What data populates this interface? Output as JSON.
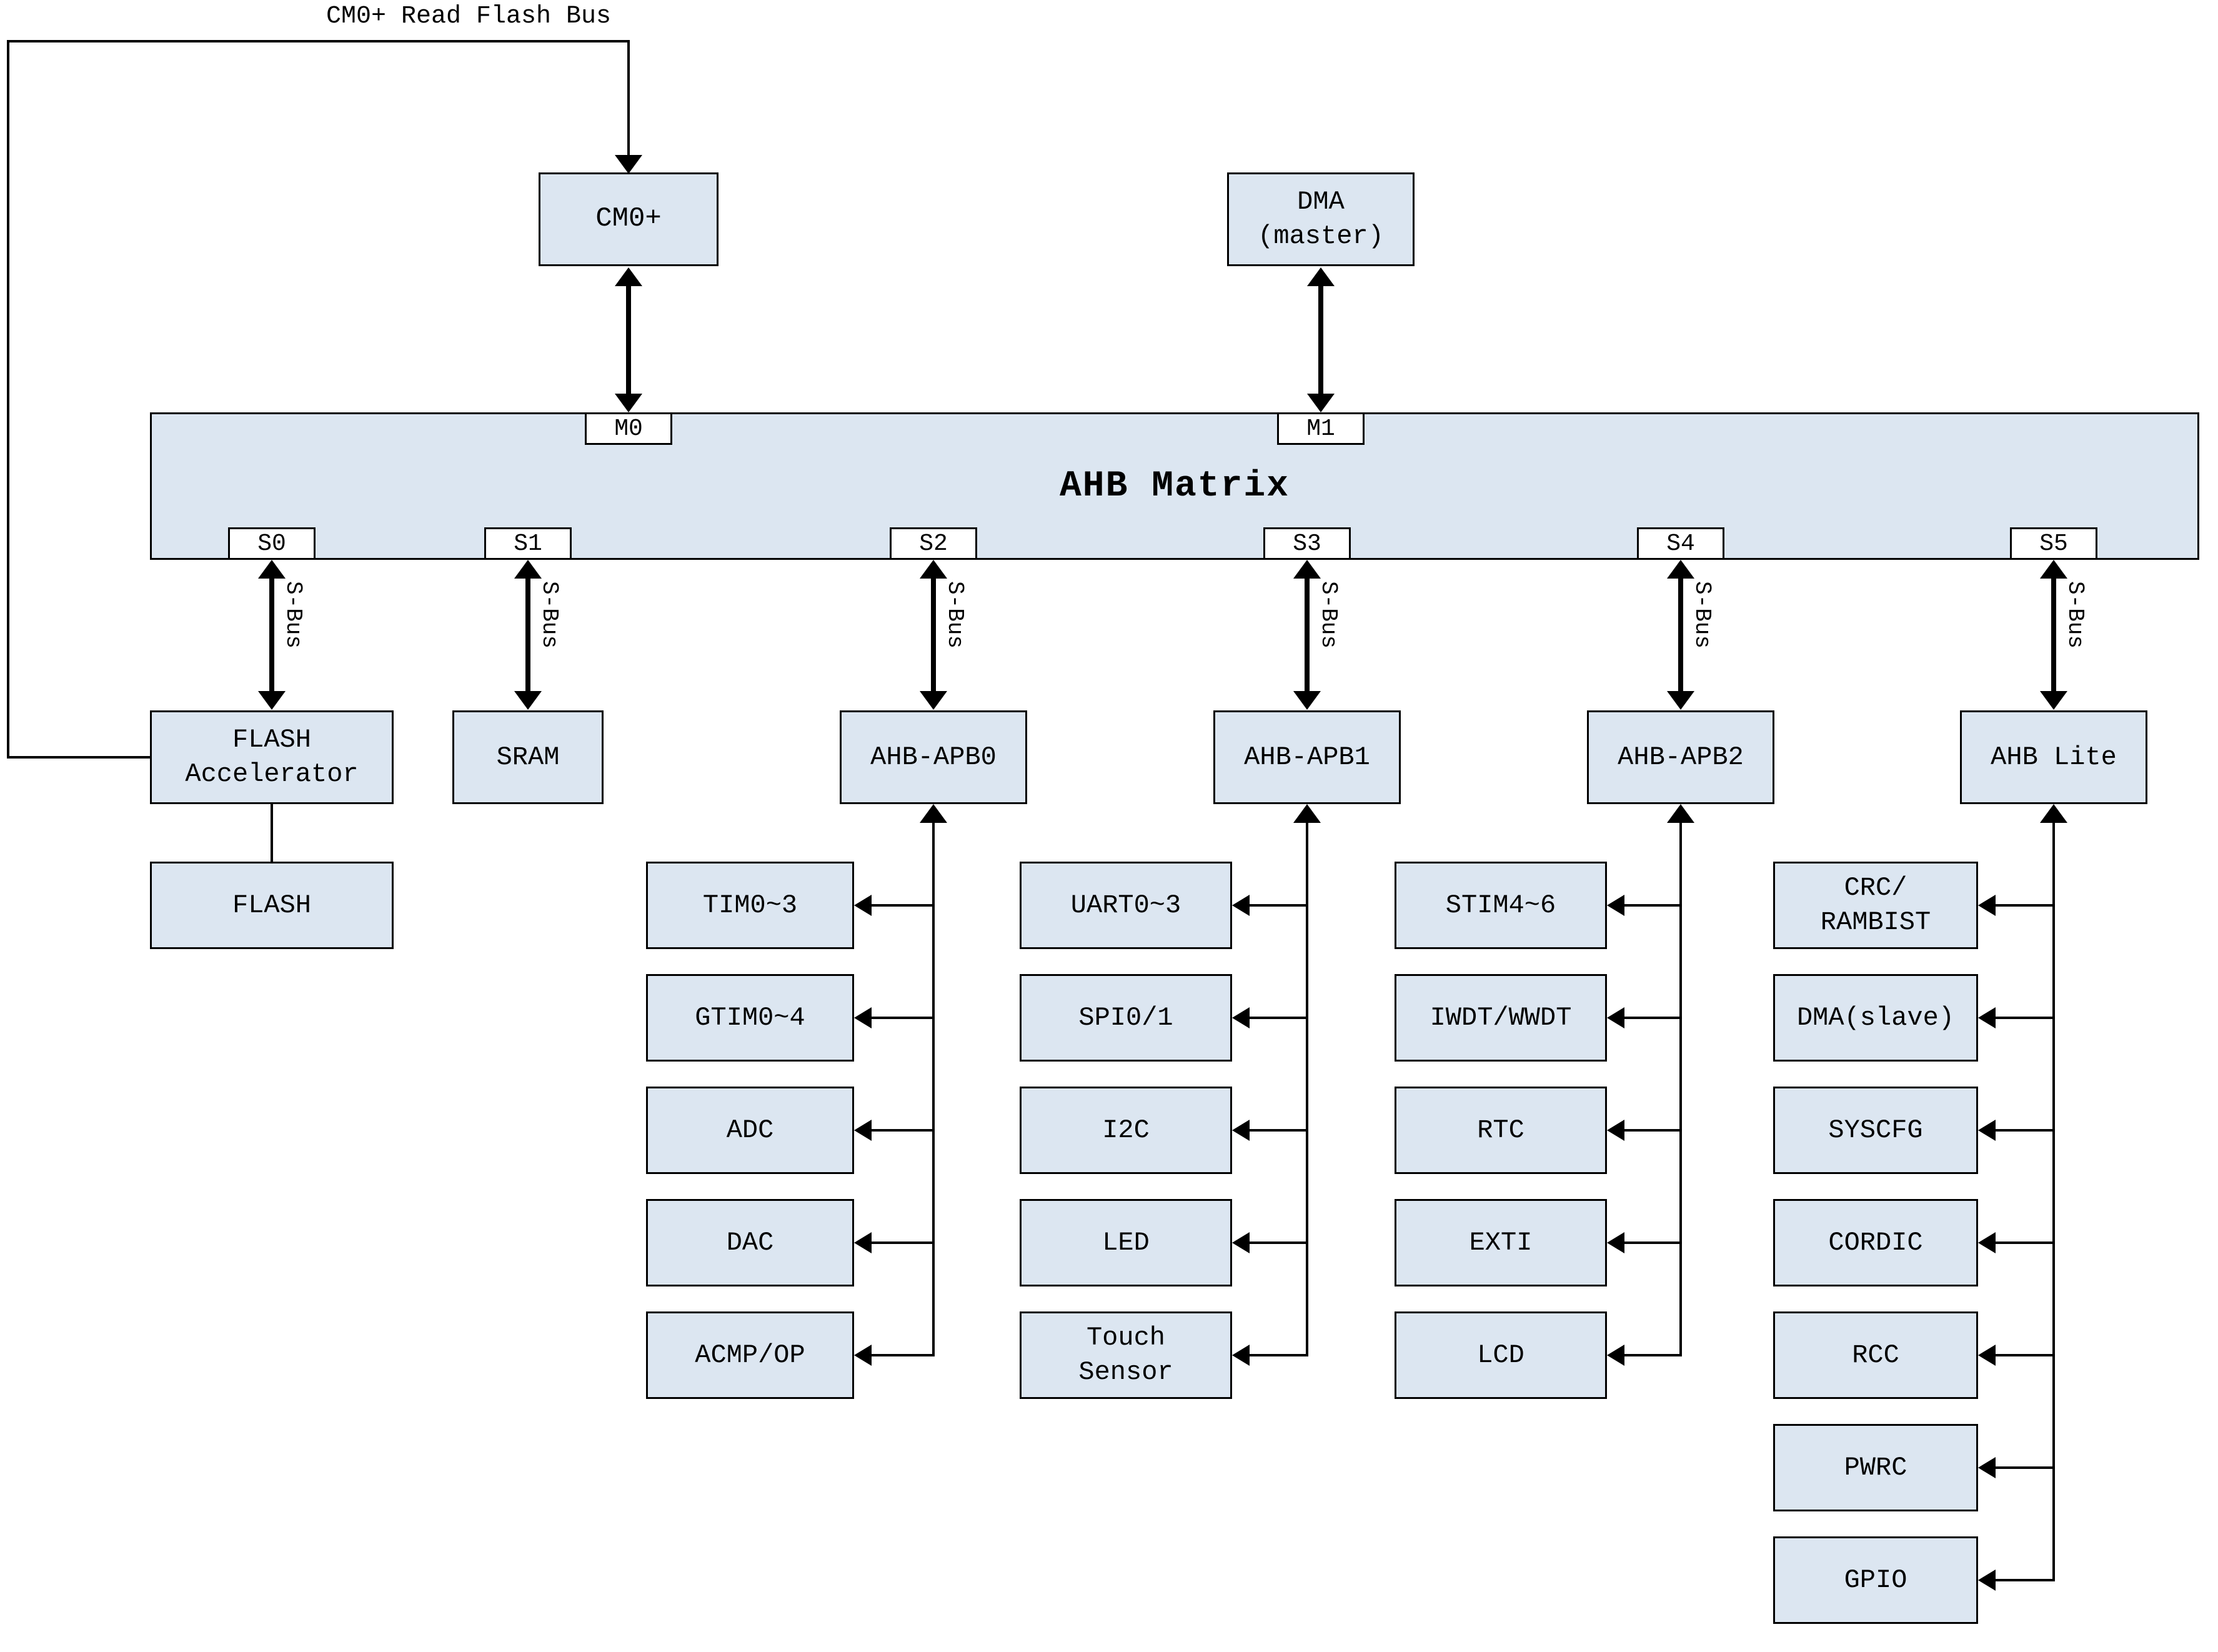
{
  "diagram": {
    "bus_label": "CM0+ Read Flash Bus",
    "s_bus_label": "S-Bus",
    "matrix_title": "AHB Matrix",
    "master_ports": [
      "M0",
      "M1"
    ],
    "slave_ports": [
      "S0",
      "S1",
      "S2",
      "S3",
      "S4",
      "S5"
    ],
    "masters": [
      "CM0+",
      "DMA\n(master)"
    ],
    "slaves": [
      "FLASH\nAccelerator",
      "SRAM",
      "AHB-APB0",
      "AHB-APB1",
      "AHB-APB2",
      "AHB Lite"
    ],
    "flash": "FLASH",
    "apb0_peripherals": [
      "TIM0~3",
      "GTIM0~4",
      "ADC",
      "DAC",
      "ACMP/OP"
    ],
    "apb1_peripherals": [
      "UART0~3",
      "SPI0/1",
      "I2C",
      "LED",
      "Touch\nSensor"
    ],
    "apb2_peripherals": [
      "STIM4~6",
      "IWDT/WWDT",
      "RTC",
      "EXTI",
      "LCD"
    ],
    "ahb_lite_peripherals": [
      "CRC/\nRAMBIST",
      "DMA(slave)",
      "SYSCFG",
      "CORDIC",
      "RCC",
      "PWRC",
      "GPIO"
    ],
    "colors": {
      "box_fill": "#dce6f1",
      "line": "#000000"
    }
  }
}
